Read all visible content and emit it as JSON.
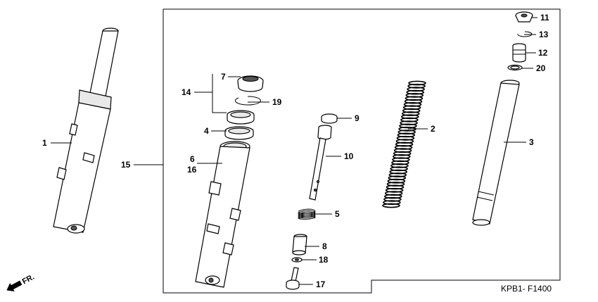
{
  "diagram": {
    "diagram_code": "KPB1- F1400",
    "direction_label": "FR.",
    "callouts": {
      "c1": "1",
      "c2": "2",
      "c3": "3",
      "c4": "4",
      "c5": "5",
      "c6": "6",
      "c7": "7",
      "c8": "8",
      "c9": "9",
      "c10": "10",
      "c11": "11",
      "c12": "12",
      "c13": "13",
      "c14": "14",
      "c15": "15",
      "c16": "16",
      "c17": "17",
      "c18": "18",
      "c19": "19",
      "c20": "20"
    }
  }
}
